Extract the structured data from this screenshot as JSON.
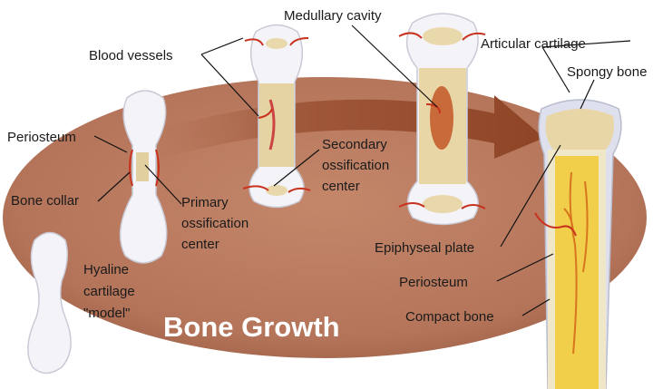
{
  "title": "Bone Growth",
  "labels": {
    "medullary_cavity": "Medullary cavity",
    "blood_vessels": "Blood vessels",
    "articular_cartilage": "Articular cartilage",
    "spongy_bone": "Spongy bone",
    "periosteum_left": "Periosteum",
    "secondary_ossification": [
      "Secondary",
      "ossification",
      "center"
    ],
    "bone_collar": "Bone collar",
    "primary_ossification": [
      "Primary",
      "ossification",
      "center"
    ],
    "epiphyseal_plate": "Epiphyseal plate",
    "hyaline_cartilage": [
      "Hyaline",
      "cartilage",
      "\"model\""
    ],
    "periosteum_right": "Periosteum",
    "compact_bone": "Compact bone"
  },
  "colors": {
    "background_disc": "#b8785c",
    "arrow": "#9a5030",
    "bone": "#f4f4f8",
    "spongy": "#e8d6a6",
    "marrow": "#f2cf4a",
    "vessel": "#c8321e"
  }
}
